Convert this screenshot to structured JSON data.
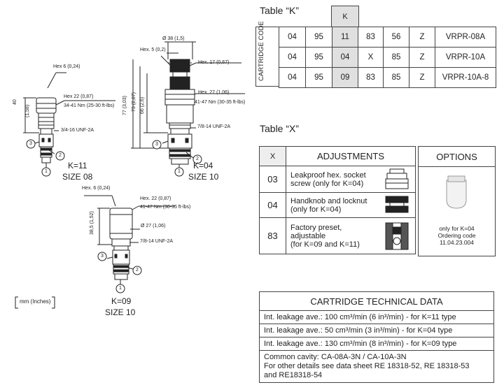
{
  "table_k": {
    "title": "Table “K”",
    "k_header": "K",
    "row_header": "CARTRIDGE CODE",
    "rows": [
      [
        "04",
        "95",
        "11",
        "83",
        "56",
        "Z",
        "VRPR-08A"
      ],
      [
        "04",
        "95",
        "04",
        "X",
        "85",
        "Z",
        "VRPR-10A"
      ],
      [
        "04",
        "95",
        "09",
        "83",
        "85",
        "Z",
        "VRPR-10A-8"
      ]
    ]
  },
  "table_x": {
    "title": "Table “X”",
    "col_x": "X",
    "col_adjustments": "ADJUSTMENTS",
    "rows": [
      {
        "x": "03",
        "lines": [
          "Leakproof hex. socket",
          "screw (only for K=04)"
        ],
        "icon": "socket-screw-icon"
      },
      {
        "x": "04",
        "lines": [
          "Handknob and locknut",
          "(only for K=04)"
        ],
        "icon": "handknob-icon"
      },
      {
        "x": "83",
        "lines": [
          "Factory preset,",
          "adjustable",
          "(for K=09 and K=11)"
        ],
        "icon": "factory-preset-section-icon"
      }
    ]
  },
  "options": {
    "title": "OPTIONS",
    "lines": [
      "only for K=04",
      "Ordering code",
      "11.04.23.004"
    ],
    "icon": "cap-option-icon"
  },
  "tech": {
    "title": "CARTRIDGE TECHNICAL DATA",
    "rows": [
      "Int. leakage ave.: 100 cm³/min  (6 in³/min) - for K=11 type",
      "Int. leakage ave.: 50 cm³/min  (3 in³/min) - for K=04 type",
      "Int. leakage ave.: 130 cm³/min  (8 in³/min) - for K=09 type"
    ],
    "notes": [
      "Common cavity: CA-08A-3N / CA-10A-3N",
      "For other details see data sheet RE 18318-52, RE 18318-53",
      "and RE18318-54"
    ]
  },
  "units_note": "mm  (Inches)",
  "drawings": {
    "k11": {
      "label": "K=11",
      "size": "SIZE 08",
      "hex": "Hex 6  (0,24)",
      "hex2": "Hex  22 (0,87)",
      "torque": "34-41 Nm (25-30 ft-lbs)",
      "height_mm": "40",
      "height_in": "(1,58)",
      "thread": "3/4-16 UNF-2A",
      "ports": [
        "1",
        "2",
        "3"
      ]
    },
    "k04": {
      "label": "K=04",
      "size": "SIZE 10",
      "diameter": "Ø 38 (1,5)",
      "hex5": "Hex. 5 (0,2)",
      "hex17": "Hex. 17 (0,67)",
      "hex27": "Hex. 27 (1,06)",
      "torque": "41-47 Nm (30-35 ft-lbs)",
      "h77": "77 (3,03)",
      "h73": "73 (2,87)",
      "h66": "66 (2,6)",
      "thread": "7/8-14 UNF-2A",
      "ports": [
        "1",
        "2",
        "3"
      ]
    },
    "k09": {
      "label": "K=09",
      "size": "SIZE 10",
      "hex6": "Hex. 6 (0,24)",
      "hex22": "Hex. 22 (0,87)",
      "torque": "41-47 Nm (30-35 ft-lbs)",
      "diameter": "Ø 27 (1,06)",
      "height": "38,5 (1,52)",
      "thread": "7/8-14 UNF-2A",
      "ports": [
        "1",
        "2",
        "3"
      ]
    }
  }
}
